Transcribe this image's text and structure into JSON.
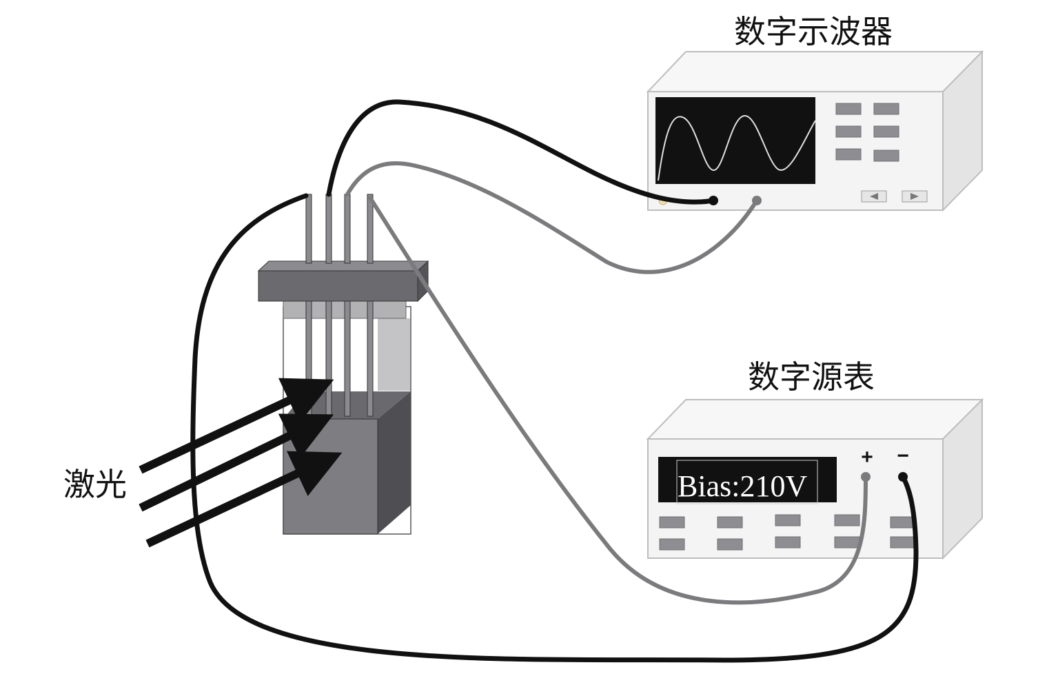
{
  "labels": {
    "oscilloscope": "数字示波器",
    "source_meter": "数字源表",
    "laser": "激光"
  },
  "source_meter_display": "Bias:210V",
  "terminals": {
    "plus": "+",
    "minus": "−"
  },
  "colors": {
    "black_wire": "#111111",
    "gray_wire": "#7b7b7e",
    "device_body": "#5c5c60",
    "device_bar": "#6b6b6f",
    "instrument_face": "#f4f4f4",
    "screen": "#111111",
    "trace": "#e0e0e0"
  },
  "icons": [
    "left-arrow-icon",
    "right-arrow-icon",
    "laser-arrow-icon"
  ]
}
